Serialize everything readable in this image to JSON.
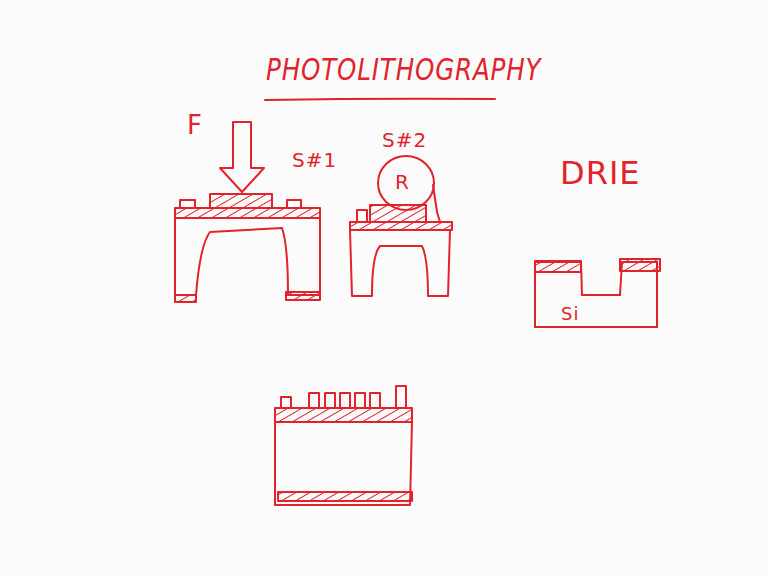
{
  "diagram": {
    "title": "PHOTOLITHOGRAPHY",
    "nodes": [
      {
        "text": [
          "R"
        ]
      },
      {
        "text": [
          "Si"
        ]
      }
    ],
    "labels": [
      "F",
      "S#1",
      "S#2",
      "DRIE"
    ]
  }
}
